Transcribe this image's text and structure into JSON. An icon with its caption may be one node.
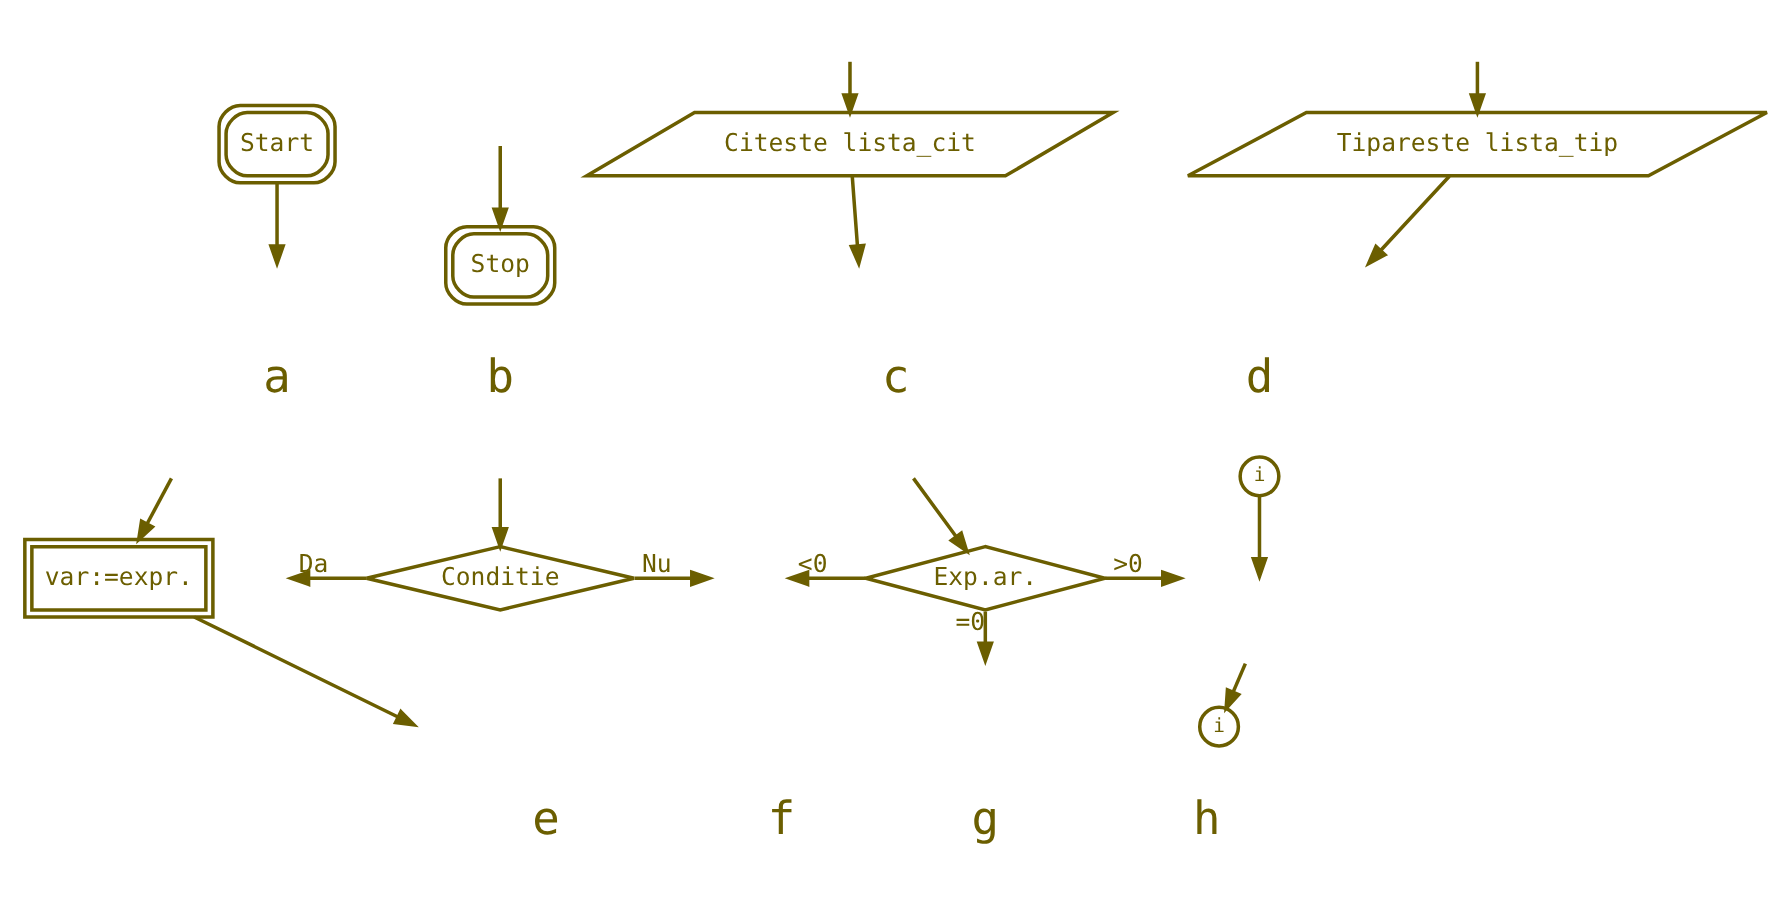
{
  "diagram": {
    "nodes": [
      {
        "text": [
          "Start"
        ]
      },
      {
        "text": [
          "Stop"
        ]
      },
      {
        "text": [
          "Citeste lista_cit"
        ]
      },
      {
        "text": [
          "Tipareste lista_tip"
        ]
      },
      {
        "text": [
          "var:=expr."
        ]
      },
      {
        "text": [
          "Conditie"
        ]
      },
      {
        "text": [
          "Exp.ar."
        ]
      },
      {
        "text": [
          "i"
        ]
      },
      {
        "text": [
          "i"
        ]
      }
    ],
    "edges": [
      {
        "from": 0,
        "to": null,
        "arrow": "to"
      },
      {
        "from": null,
        "to": 1,
        "arrow": "to"
      },
      {
        "from": 2,
        "to": null,
        "arrow": "to"
      },
      {
        "from": null,
        "to": 2,
        "arrow": "to"
      },
      {
        "from": 3,
        "to": null,
        "arrow": "to"
      },
      {
        "from": null,
        "to": 3,
        "arrow": "to"
      },
      {
        "from": 4,
        "to": null,
        "arrow": "to"
      },
      {
        "from": null,
        "to": 4,
        "arrow": "to"
      },
      {
        "from": 5,
        "to": null,
        "arrow": "to",
        "label": "Da"
      },
      {
        "from": 5,
        "to": null,
        "arrow": "to",
        "label": "Nu"
      },
      {
        "from": null,
        "to": 5,
        "arrow": "to"
      },
      {
        "from": null,
        "to": 6,
        "arrow": "to"
      },
      {
        "from": 6,
        "to": null,
        "arrow": "to",
        "label": "<0"
      },
      {
        "from": 6,
        "to": null,
        "arrow": "to",
        "label": ">0"
      },
      {
        "from": 6,
        "to": null,
        "arrow": "to",
        "label": "=0"
      },
      {
        "from": 7,
        "to": null,
        "arrow": "to"
      },
      {
        "from": null,
        "to": 8,
        "arrow": "to"
      }
    ],
    "labels": [
      "a",
      "b",
      "c",
      "d",
      "e",
      "f",
      "g",
      "h"
    ]
  }
}
